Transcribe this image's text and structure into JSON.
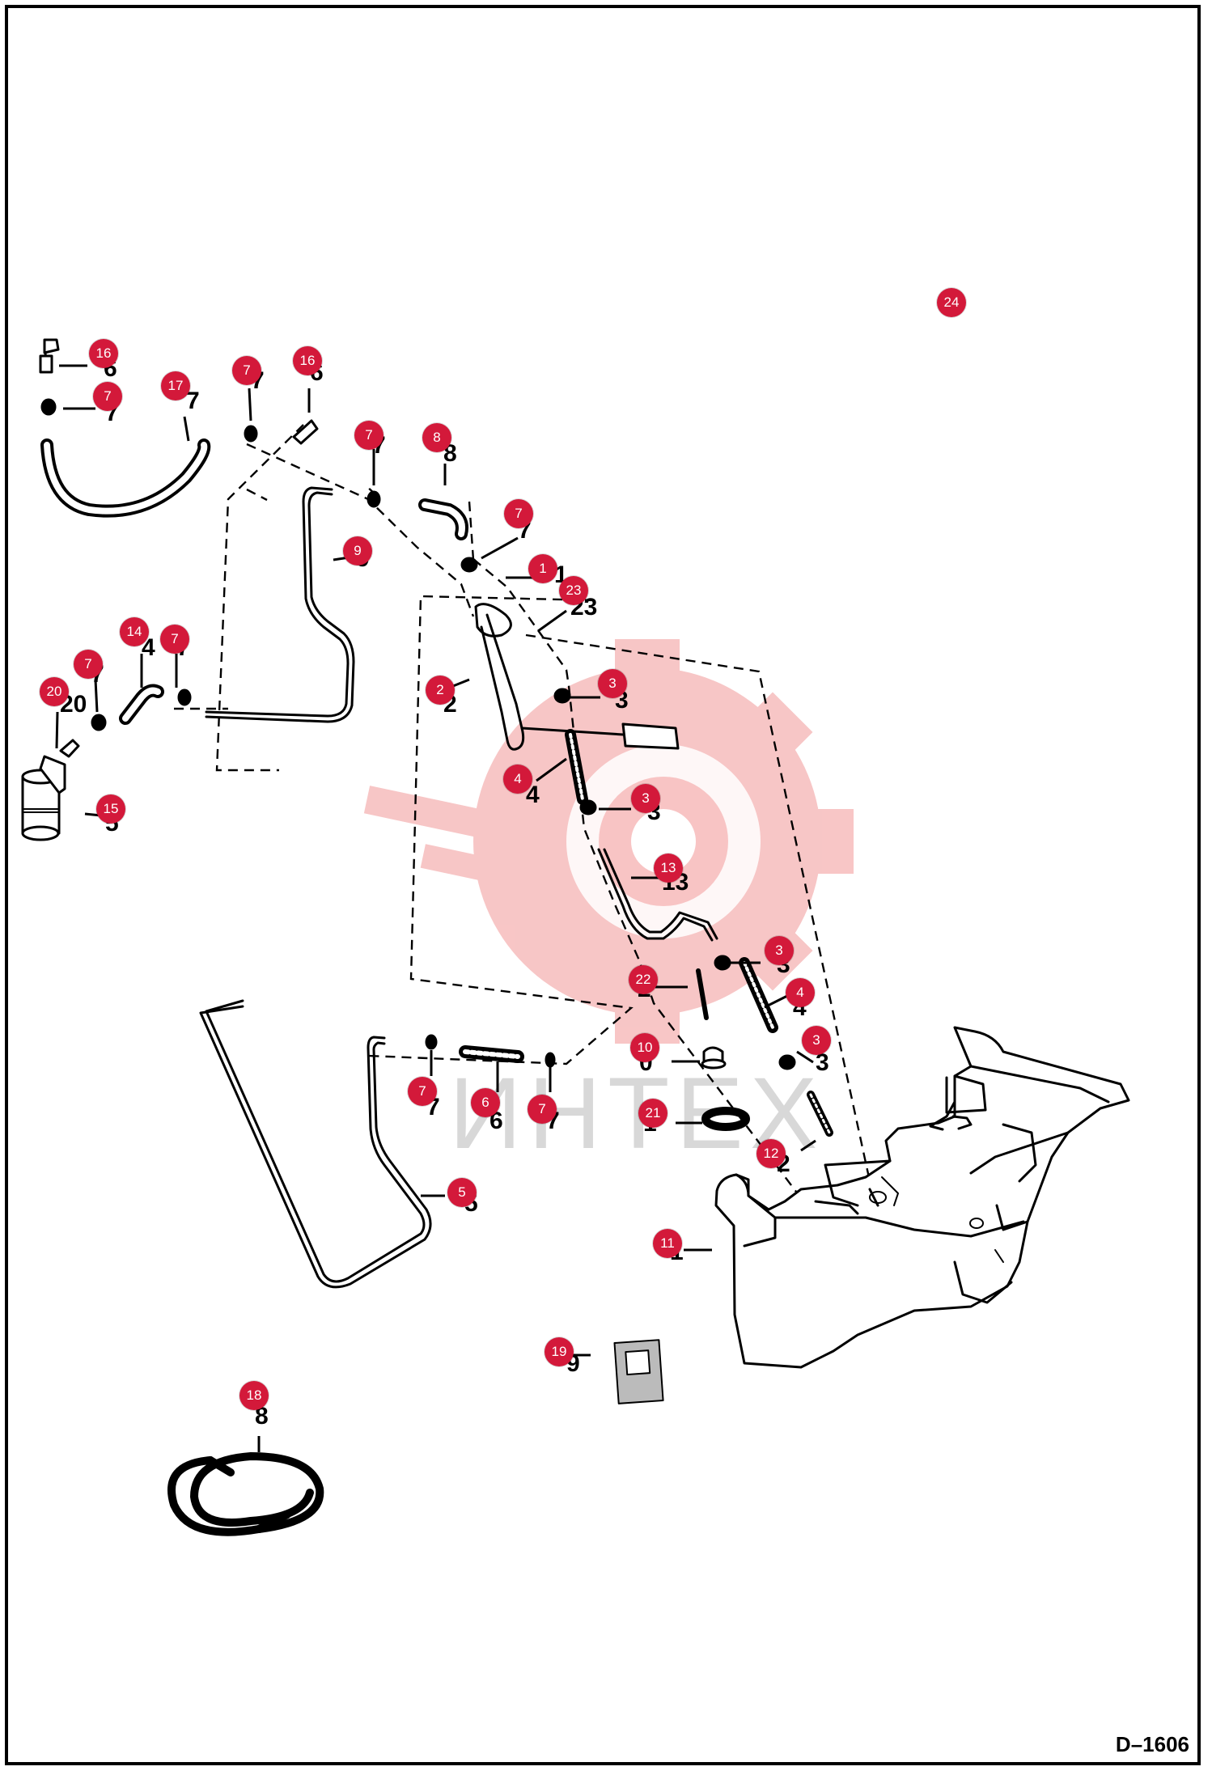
{
  "drawing_code": "D–1606",
  "watermark_text": "ИНТЕХ",
  "colors": {
    "callout": "#d3193a",
    "watermark": "#f5b3b3",
    "line": "#000000"
  },
  "callouts": [
    {
      "label": "24"
    },
    {
      "label": "16"
    },
    {
      "label": "7"
    },
    {
      "label": "16"
    },
    {
      "label": "17"
    },
    {
      "label": "7"
    },
    {
      "label": "7"
    },
    {
      "label": "8"
    },
    {
      "label": "9"
    },
    {
      "label": "7"
    },
    {
      "label": "1"
    },
    {
      "label": "23"
    },
    {
      "label": "14"
    },
    {
      "label": "7"
    },
    {
      "label": "7"
    },
    {
      "label": "20"
    },
    {
      "label": "2"
    },
    {
      "label": "3"
    },
    {
      "label": "4"
    },
    {
      "label": "15"
    },
    {
      "label": "3"
    },
    {
      "label": "13"
    },
    {
      "label": "3"
    },
    {
      "label": "22"
    },
    {
      "label": "4"
    },
    {
      "label": "3"
    },
    {
      "label": "10"
    },
    {
      "label": "7"
    },
    {
      "label": "6"
    },
    {
      "label": "7"
    },
    {
      "label": "21"
    },
    {
      "label": "12"
    },
    {
      "label": "5"
    },
    {
      "label": "11"
    },
    {
      "label": "19"
    },
    {
      "label": "18"
    }
  ]
}
